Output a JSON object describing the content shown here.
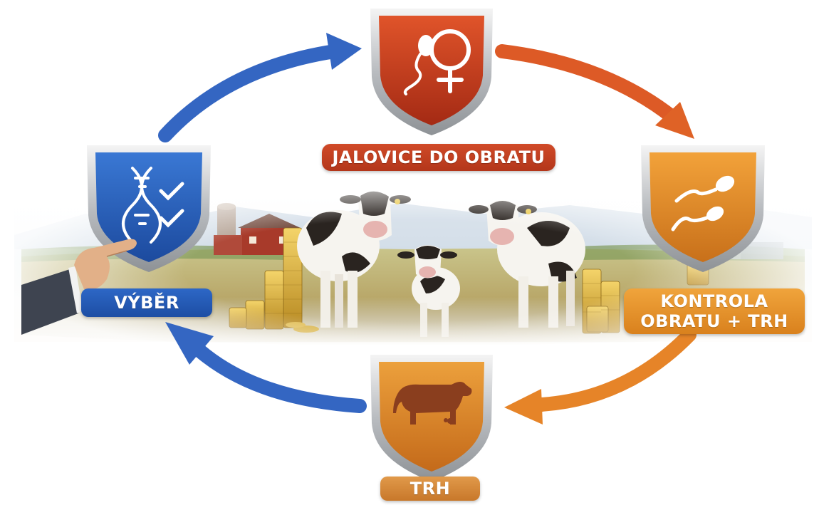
{
  "stages": {
    "top": {
      "label": "JALOVICE DO OBRATU",
      "icon": "sperm-female-symbol-icon",
      "color": "#c63f1f"
    },
    "right": {
      "label_line1": "KONTROLA",
      "label_line2": "OBRATU + TRH",
      "icon": "sperm-cells-icon",
      "color": "#e48a22"
    },
    "bottom": {
      "label": "TRH",
      "icon": "cow-silhouette-icon",
      "color": "#d97d26"
    },
    "left": {
      "label": "VÝBĚR",
      "icon": "dna-checklist-icon",
      "color": "#2a63c0"
    }
  },
  "arrows": {
    "blue_color": "#3466c2",
    "orange_color": "#e2782a",
    "red_orange_color": "#dd5a26"
  },
  "scene": {
    "description_icons": [
      "farm-landscape",
      "holstein-cows",
      "gold-coin-stacks",
      "pointing-hand"
    ]
  }
}
